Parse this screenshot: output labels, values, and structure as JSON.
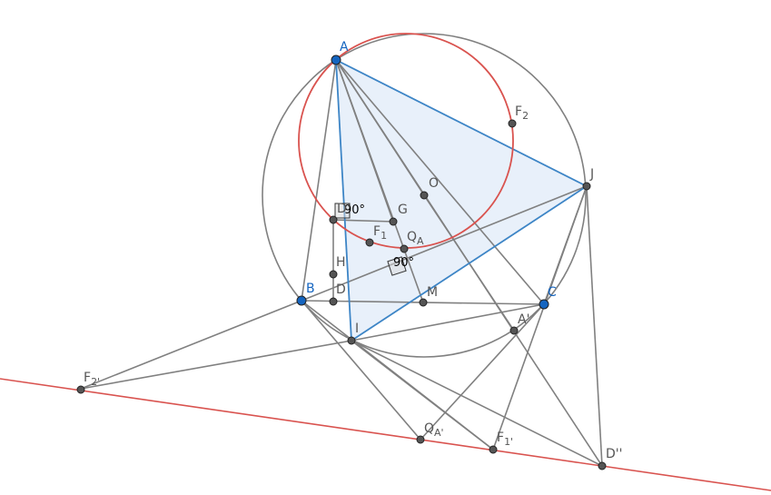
{
  "colors": {
    "line": "#808080",
    "triangle_edge": "#3d85c6",
    "triangle_fill": "#e8f0fa",
    "circle_red": "#d9534f",
    "line_red": "#d9534f",
    "point_grey": "#555555",
    "point_blue": "#1565c0"
  },
  "points": {
    "A": {
      "name": "A",
      "sub": ""
    },
    "B": {
      "name": "B",
      "sub": ""
    },
    "C": {
      "name": "C",
      "sub": ""
    },
    "J": {
      "name": "J",
      "sub": ""
    },
    "O": {
      "name": "O",
      "sub": ""
    },
    "G": {
      "name": "G",
      "sub": ""
    },
    "H": {
      "name": "H",
      "sub": ""
    },
    "D": {
      "name": "D",
      "sub": ""
    },
    "Dp": {
      "name": "D'",
      "sub": ""
    },
    "M": {
      "name": "M",
      "sub": ""
    },
    "I": {
      "name": "I",
      "sub": ""
    },
    "F1": {
      "name": "F",
      "sub": "1"
    },
    "F2": {
      "name": "F",
      "sub": "2"
    },
    "QA": {
      "name": "Q",
      "sub": "A"
    },
    "Ap": {
      "name": "A'",
      "sub": ""
    },
    "F2p": {
      "name": "F",
      "sub": "2'"
    },
    "QAp": {
      "name": "Q",
      "sub": "A'"
    },
    "F1p": {
      "name": "F",
      "sub": "1'"
    },
    "Dpp": {
      "name": "D''",
      "sub": ""
    }
  },
  "angles": {
    "angle1": "90°",
    "angle2": "90°"
  }
}
